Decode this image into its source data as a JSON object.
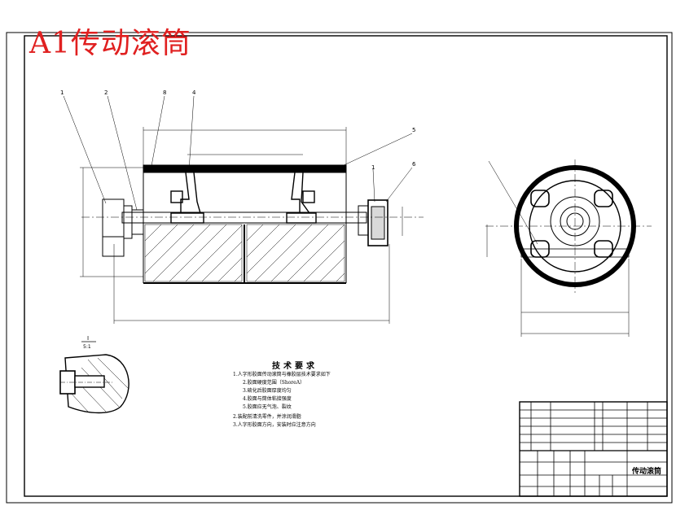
{
  "drawing": {
    "title": "A1传动滚筒",
    "section_label": "I",
    "section_scale": "5:1",
    "part_numbers": [
      "1",
      "2",
      "8",
      "4",
      "5",
      "1",
      "6"
    ],
    "technical_requirements": {
      "heading": "技术要求",
      "lines": [
        "1.人字形胶面传动滚筒与橡胶层技术要求如下",
        "2.胶面硬度范围（ShoreA）",
        "3.硫化后胶面厚度均匀",
        "4.胶面与筒体粘接强度",
        "5.胶面应无气泡、裂纹",
        "2.装配前清洗零件，并涂润滑脂",
        "3.人字形胶面方向，安装时应注意方向"
      ]
    },
    "title_block": {
      "name": "传动滚筒"
    }
  }
}
